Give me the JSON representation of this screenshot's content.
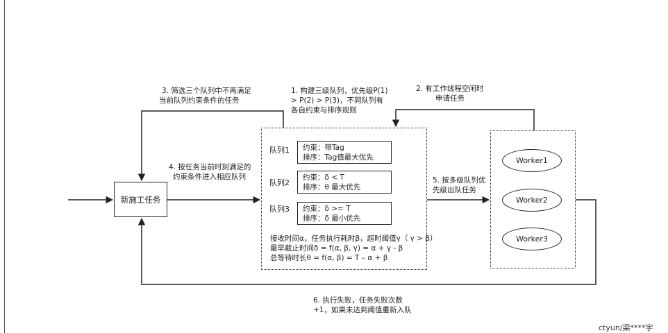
{
  "colors": {
    "line": "#222222",
    "text": "#222222",
    "background": "#ffffff"
  },
  "entry": {
    "label": "新施工任务"
  },
  "steps": {
    "s1": [
      "1. 构建三级队列，优先级P(1)",
      "> P(2) > P(3)，不同队列有",
      "各自约束与排序规则"
    ],
    "s2": [
      "2. 有工作线程空闲时",
      "申请任务"
    ],
    "s3": [
      "3. 筛选三个队列中不再满足",
      "当前队列约束条件的任务"
    ],
    "s4": [
      "4. 按任务当前时刻满足的",
      "约束条件进入相应队列"
    ],
    "s5": [
      "5. 按多级队列优",
      "先级出队任务"
    ],
    "s6": [
      "6. 执行失败，任务失败次数",
      "+1，如果未达到阈值重新入队"
    ]
  },
  "queues": [
    {
      "label": "队列1",
      "constraint": "约束：带Tag",
      "sort": "排序：Tag值最大优先"
    },
    {
      "label": "队列2",
      "constraint": "约束：δ < T",
      "sort": "排序：θ 最大优先"
    },
    {
      "label": "队列3",
      "constraint": "约束：δ >= T",
      "sort": "排序：δ 最小优先"
    }
  ],
  "formulas": [
    "接收时间α，任务执行耗时β，超时阈值γ（ γ > β）",
    "最早截止时间δ = f(α, β, γ) = α + γ - β",
    "总等待时长θ = f(α, β) = T – α + β"
  ],
  "workers": [
    "Worker1",
    "Worker2",
    "Worker3"
  ],
  "footer": {
    "credit": "ctyun/梁****宇"
  }
}
